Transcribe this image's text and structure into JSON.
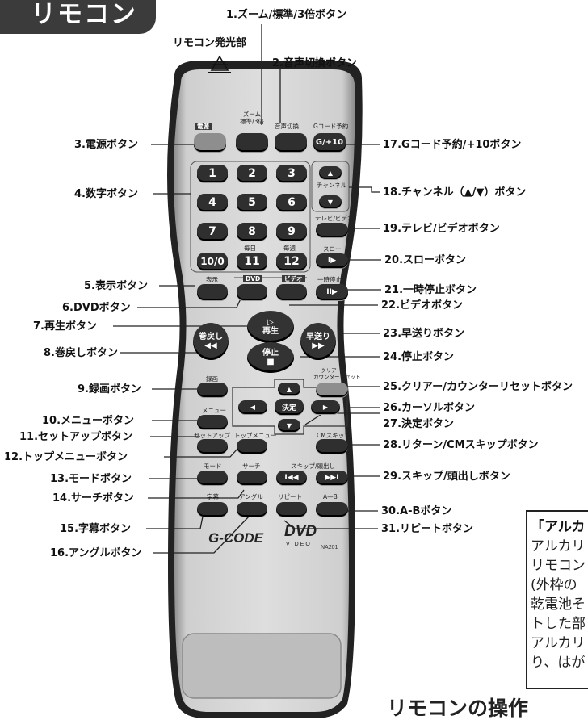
{
  "header": {
    "tab_title": "リモコン"
  },
  "top_labels": {
    "sensor": "リモコン発光部",
    "zoom": "1.ズーム/標準/3倍ボタン",
    "audio": "2.音声切換ボタン"
  },
  "callouts_left": {
    "c3": "3.電源ボタン",
    "c4": "4.数字ボタン",
    "c5": "5.表示ボタン",
    "c6": "6.DVDボタン",
    "c7": "7.再生ボタン",
    "c8": "8.巻戻しボタン",
    "c9": "9.録画ボタン",
    "c10": "10.メニューボタン",
    "c11": "11.セットアップボタン",
    "c12": "12.トップメニューボタン",
    "c13": "13.モードボタン",
    "c14": "14.サーチボタン",
    "c15": "15.字幕ボタン",
    "c16": "16.アングルボタン"
  },
  "callouts_right": {
    "c17": "17.Gコード予約/+10ボタン",
    "c18": "18.チャンネル（▲/▼）ボタン",
    "c19": "19.テレビ/ビデオボタン",
    "c20": "20.スローボタン",
    "c21": "21.一時停止ボタン",
    "c22": "22.ビデオボタン",
    "c23": "23.早送りボタン",
    "c24": "24.停止ボタン",
    "c25": "25.クリアー/カウンターリセットボタン",
    "c26": "26.カーソルボタン",
    "c27": "27.決定ボタン",
    "c28": "28.リターン/CMスキップボタン",
    "c29": "29.スキップ/頭出しボタン",
    "c30": "30.A-Bボタン",
    "c31": "31.リピートボタン"
  },
  "remote": {
    "small_labels": {
      "power": "電源",
      "zoom": "ズーム\n標準/3倍",
      "audio": "音声切換",
      "gcode": "Gコード予約",
      "channel": "チャンネル",
      "tvvideo": "テレビ/ビデオ",
      "mainichi": "毎日",
      "maishu": "毎週",
      "slow": "スロー",
      "display": "表示",
      "dvd": "DVD",
      "video": "ビデオ",
      "pause": "一時停止",
      "rec": "録画",
      "clear": "クリアー/\nカウンターリセット",
      "menu": "メニュー",
      "setup": "セットアップ",
      "topmenu": "トップメニュー",
      "cmskip": "CMスキップ",
      "mode": "モード",
      "search": "サーチ",
      "skip": "スキップ/頭出し",
      "subtitle": "字幕",
      "angle": "アングル",
      "repeat": "リピート",
      "ab": "A—B"
    },
    "buttons": {
      "gcode": "G/+10",
      "digits": [
        "1",
        "2",
        "3",
        "4",
        "5",
        "6",
        "7",
        "8",
        "9",
        "10/0",
        "11",
        "12"
      ]
    },
    "transport": {
      "play": "再生",
      "rewind": "巻戻し",
      "ffwd": "早送り",
      "stop": "停止",
      "enter": "決定"
    },
    "logos": {
      "gcode": "G-CODE",
      "dvd": "DVD",
      "model": "NA201"
    }
  },
  "note": {
    "title": "「アルカ",
    "lines": [
      "アルカリ",
      "リモコン",
      "(外枠の",
      "乾電池そ",
      "トした部",
      "アルカリ",
      "り、はが"
    ]
  },
  "bottom_title": "リモコンの操作"
}
